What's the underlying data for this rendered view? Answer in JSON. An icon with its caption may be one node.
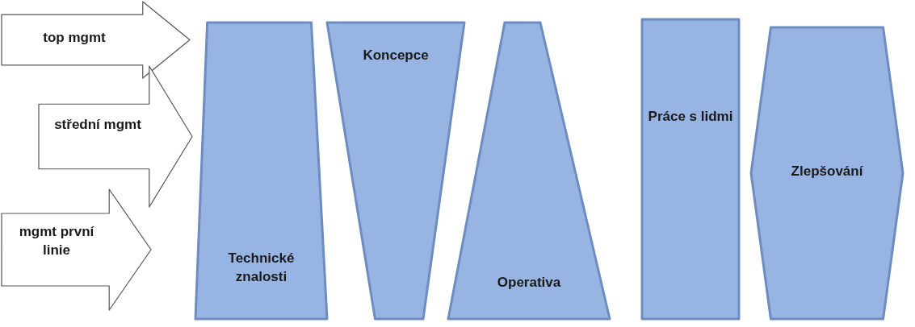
{
  "diagram": {
    "nodes": [
      {
        "text": [
          "top mgmt"
        ]
      },
      {
        "text": [
          "střední mgmt"
        ]
      },
      {
        "text": [
          "mgmt první linie"
        ]
      },
      {
        "text": [
          "Technické znalosti"
        ]
      },
      {
        "text": [
          "Koncepce"
        ]
      },
      {
        "text": [
          "Operativa"
        ]
      },
      {
        "text": [
          "Práce s lidmi"
        ]
      },
      {
        "text": [
          "Zlepšování"
        ]
      }
    ]
  }
}
